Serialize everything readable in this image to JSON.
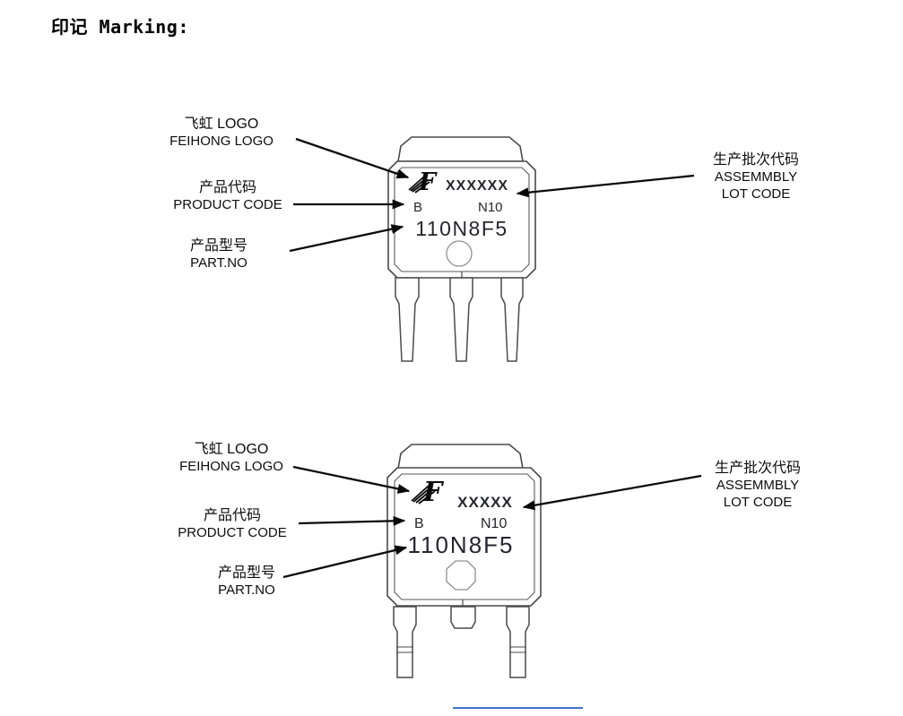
{
  "page": {
    "title": "印记 Marking:"
  },
  "labels": {
    "logo_cn": "飞虹 LOGO",
    "logo_en": "FEIHONG LOGO",
    "product_code_cn": "产品代码",
    "product_code_en": "PRODUCT CODE",
    "part_no_cn": "产品型号",
    "part_no_en": "PART.NO",
    "lot_code_cn": "生产批次代码",
    "lot_code_en1": "ASSEMMBLY",
    "lot_code_en2": "LOT CODE"
  },
  "package_top": {
    "style": "TO-252 DPAK, 3 leads, circle dimple",
    "logo_glyph": "F",
    "lot_code_mask": "XXXXXX",
    "product_code": "B",
    "date_code": "N10",
    "part_no": "110N8F5"
  },
  "package_bottom": {
    "style": "TO-263 D2PAK, 2 leads + center stub, octagon dimple",
    "logo_glyph": "F",
    "lot_code_mask": "XXXXX",
    "product_code": "B",
    "date_code": "N10",
    "part_no": "110N8F5"
  },
  "colors": {
    "outline_gray": "#4a4a4a",
    "marking_ink": "#26262e",
    "footer_line_blue": "#4171c9"
  }
}
